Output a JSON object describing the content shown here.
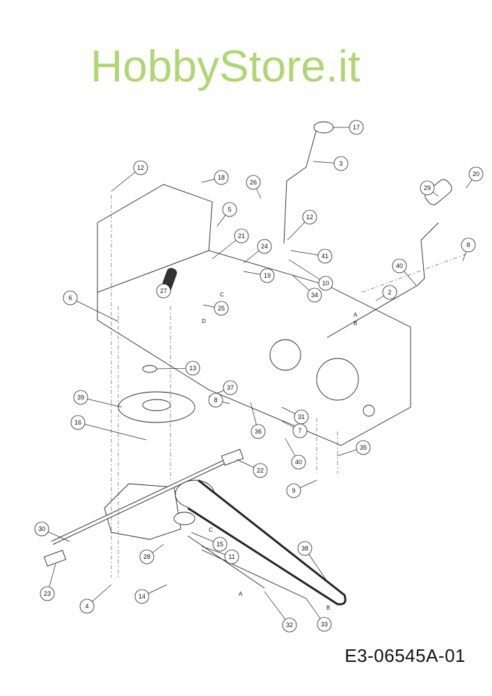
{
  "diagram_code": "E3-06545A-01",
  "watermark": "HobbyStore.it",
  "callouts": [
    "12",
    "18",
    "26",
    "17",
    "3",
    "20",
    "29",
    "5",
    "21",
    "12",
    "24",
    "41",
    "8",
    "40",
    "19",
    "10",
    "34",
    "2",
    "6",
    "27",
    "25",
    "13",
    "37",
    "39",
    "8",
    "31",
    "36",
    "7",
    "16",
    "40",
    "35",
    "22",
    "9",
    "30",
    "15",
    "11",
    "38",
    "28",
    "23",
    "14",
    "4",
    "32",
    "33"
  ],
  "letters": [
    "C",
    "D",
    "A",
    "B",
    "C",
    "A",
    "B"
  ]
}
